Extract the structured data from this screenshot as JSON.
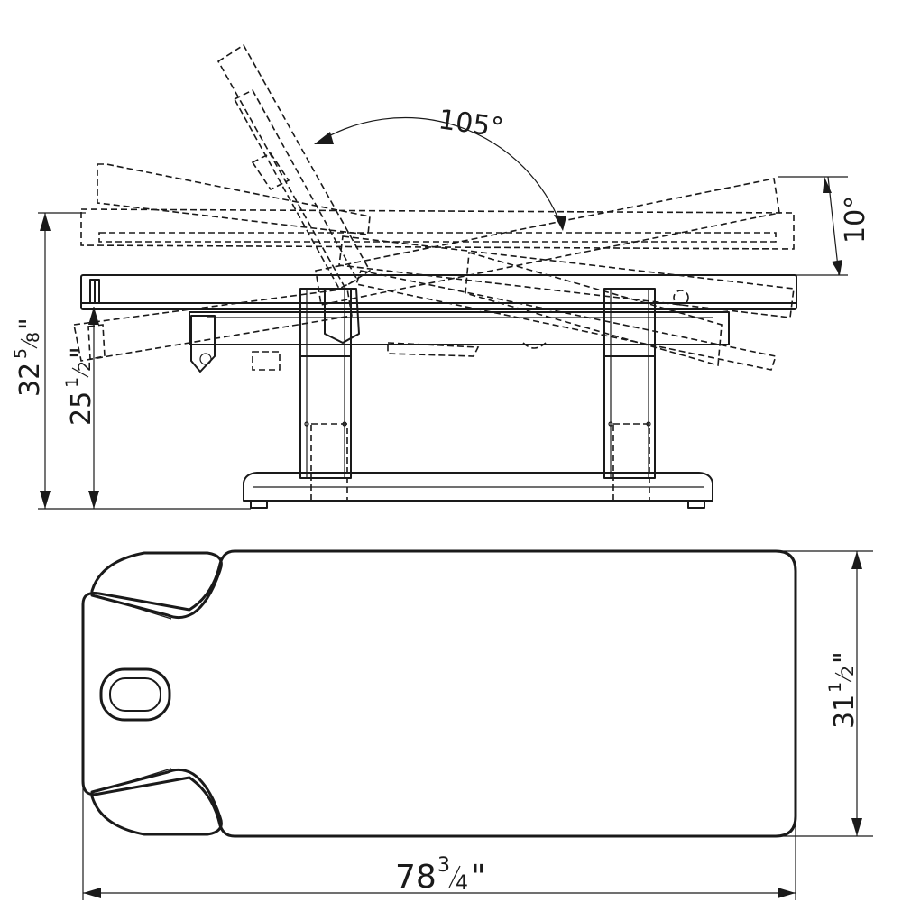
{
  "dimensions": {
    "total_height": {
      "whole": "32",
      "num": "5",
      "den": "8",
      "unit": "\""
    },
    "bed_height": {
      "whole": "25",
      "num": "1",
      "den": "2",
      "unit": "\""
    },
    "width": {
      "whole": "31",
      "num": "1",
      "den": "2",
      "unit": "\""
    },
    "length": {
      "whole": "78",
      "num": "3",
      "den": "4",
      "unit": "\""
    },
    "back_angle": "105°",
    "leg_tilt": "10°"
  }
}
